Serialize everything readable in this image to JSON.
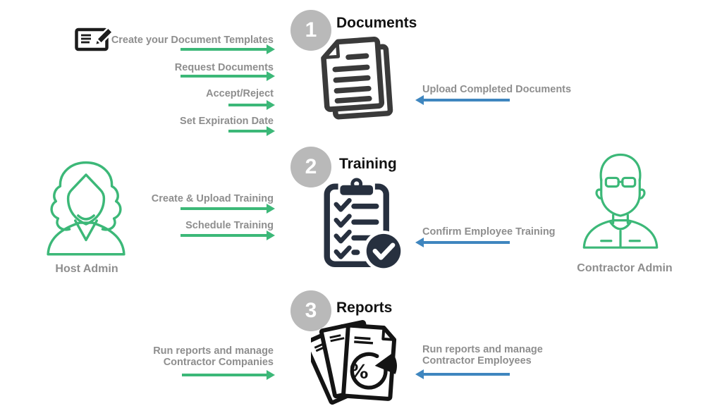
{
  "colors": {
    "green": "#3cb878",
    "blue": "#3f86bf",
    "text-gray": "#8e8e8e",
    "circle-gray": "#b9b9b9",
    "heading": "#121212",
    "doc-icon": "#3a3a3a",
    "training-icon": "#27303f",
    "reports-icon": "#141414",
    "edit-icon": "#1c1c1c"
  },
  "actors": {
    "host": {
      "label": "Host Admin",
      "icon": "woman-outline-icon"
    },
    "contractor": {
      "label": "Contractor Admin",
      "icon": "man-glasses-outline-icon"
    }
  },
  "steps": [
    {
      "number": "1",
      "title": "Documents",
      "icon": "documents-stack-icon"
    },
    {
      "number": "2",
      "title": "Training",
      "icon": "clipboard-checklist-icon"
    },
    {
      "number": "3",
      "title": "Reports",
      "icon": "report-pie-pages-icon"
    }
  ],
  "host_actions": [
    "Create your Document Templates",
    "Request Documents",
    "Accept/Reject",
    "Set Expiration Date",
    "Create & Upload Training",
    "Schedule Training",
    "Run reports and manage Contractor Companies"
  ],
  "contractor_actions": [
    "Upload Completed Documents",
    "Confirm Employee Training",
    "Run reports and manage Contractor Employees"
  ],
  "misc_icons": {
    "top_left": "document-edit-icon"
  }
}
